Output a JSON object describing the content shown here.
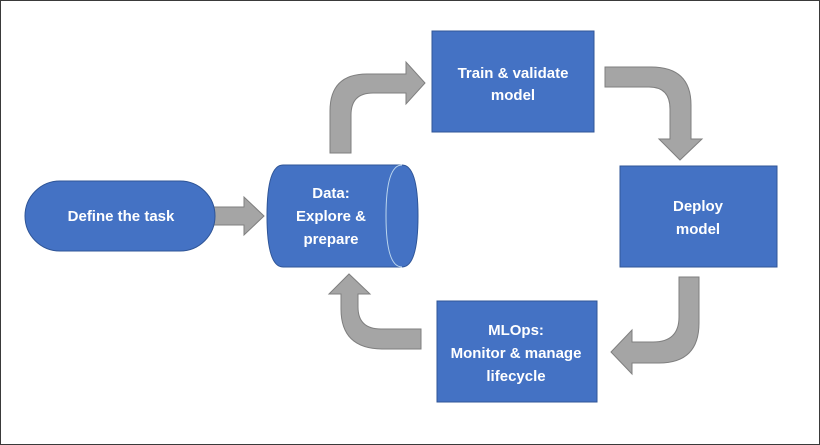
{
  "diagram": {
    "nodes": {
      "define_task": {
        "lines": [
          "Define the task"
        ]
      },
      "data": {
        "lines": [
          "Data:",
          "Explore &",
          "prepare"
        ]
      },
      "train": {
        "lines": [
          "Train & validate",
          "model"
        ]
      },
      "deploy": {
        "lines": [
          "Deploy",
          "model"
        ]
      },
      "mlops": {
        "lines": [
          "MLOps:",
          "Monitor & manage",
          "lifecycle"
        ]
      }
    },
    "colors": {
      "node_fill": "#4472C4",
      "node_stroke": "#2F5597",
      "arrow_fill": "#A5A5A5",
      "arrow_stroke": "#7F7F7F"
    }
  }
}
